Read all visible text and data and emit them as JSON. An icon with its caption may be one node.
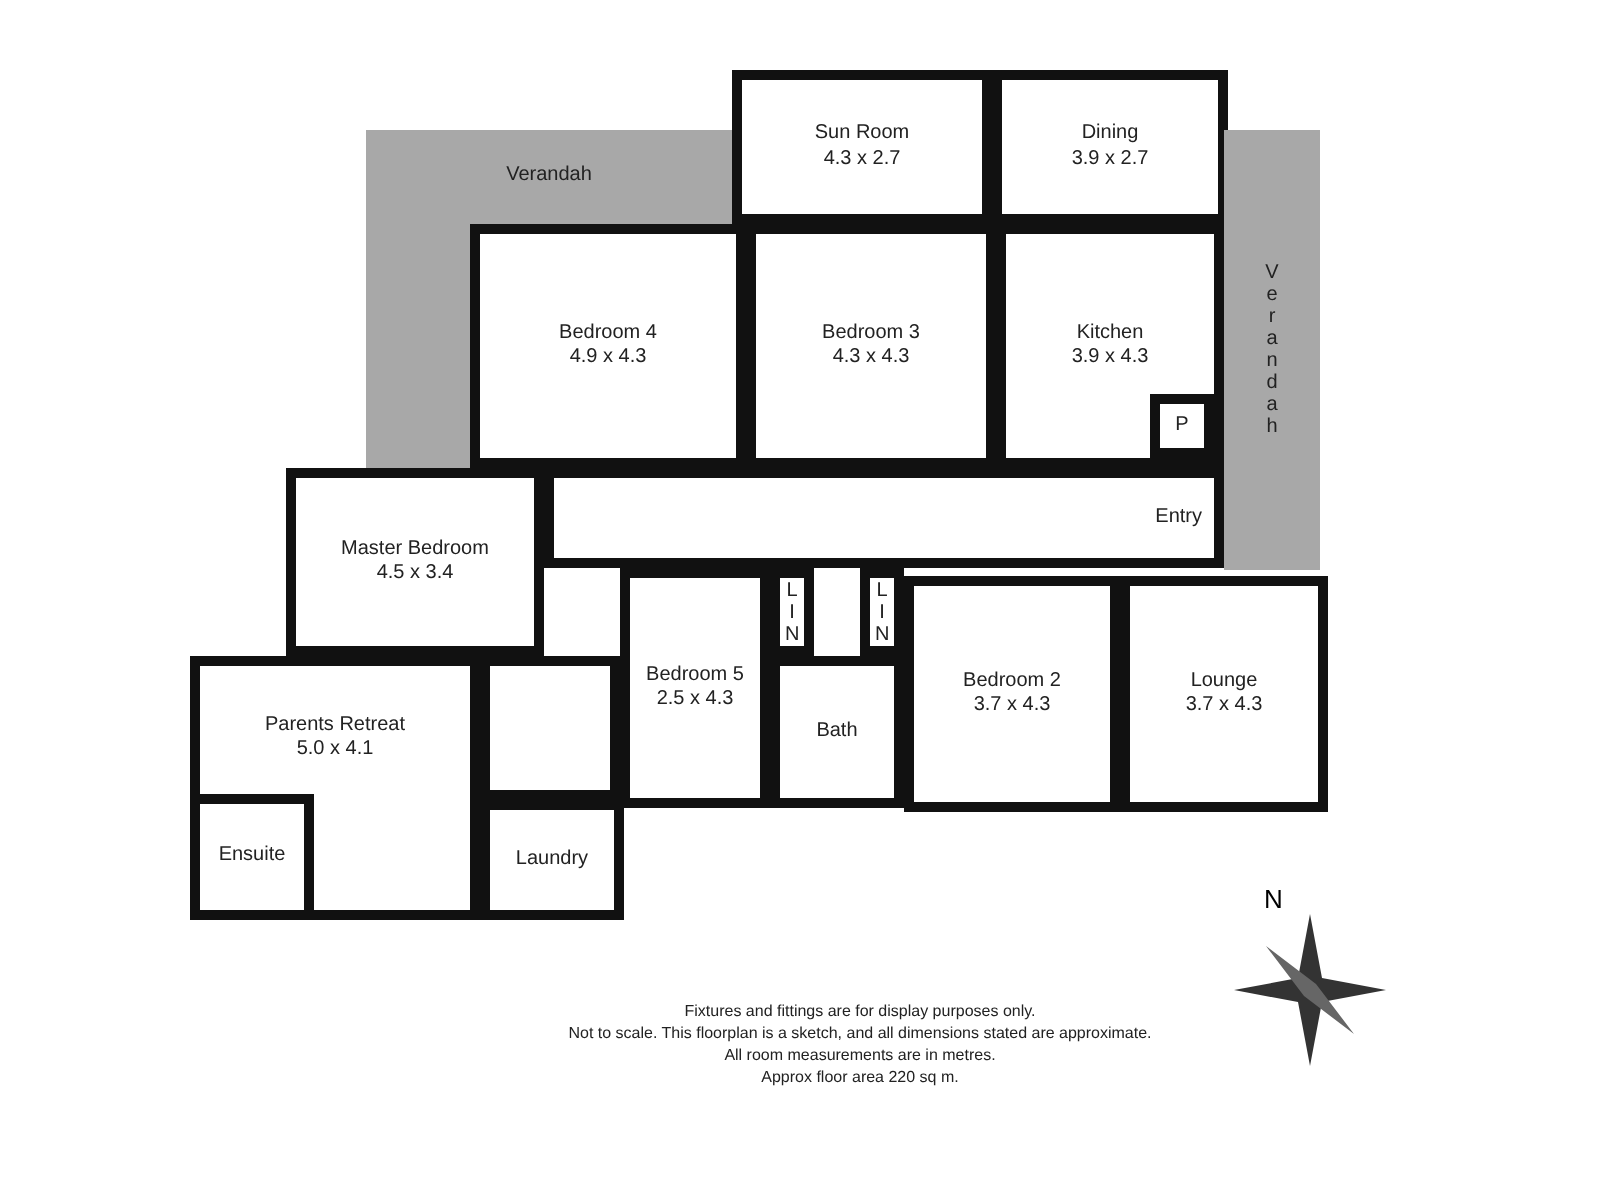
{
  "diagram": {
    "nodes": [
      {
        "text": [
          "Verandah"
        ]
      },
      {
        "text": [
          "Sun Room",
          "4.3 x 2.7"
        ]
      },
      {
        "text": [
          "Dining",
          "3.9 x 2.7"
        ]
      },
      {
        "text": [
          "Bedroom 4",
          "4.9 x 4.3"
        ]
      },
      {
        "text": [
          "Bedroom 3",
          "4.3 x 4.3"
        ]
      },
      {
        "text": [
          "Kitchen",
          "3.9 x 4.3"
        ]
      },
      {
        "text": [
          "P"
        ],
        "in": 5
      },
      {
        "text": [
          "Verandah"
        ]
      },
      {
        "text": [
          "Entry"
        ]
      },
      {
        "text": [
          "Master Bedroom",
          "4.5 x 3.4"
        ]
      },
      {
        "text": [
          "Bedroom 5",
          "2.5 x 4.3"
        ]
      },
      {
        "text": [
          "LIN"
        ]
      },
      {
        "text": [
          "LIN"
        ]
      },
      {
        "text": [
          "Bath"
        ]
      },
      {
        "text": [
          "Bedroom 2",
          "3.7 x 4.3"
        ]
      },
      {
        "text": [
          "Lounge",
          "3.7 x 4.3"
        ]
      },
      {
        "text": [
          "Parents Retreat",
          "5.0 x 4.1"
        ]
      },
      {
        "text": [
          "Ensuite"
        ],
        "in": 16
      },
      {
        "text": [
          "Laundry"
        ]
      },
      {
        "text": [],
        "shape": "box"
      },
      {
        "text": [],
        "shape": "box"
      }
    ],
    "labels": [
      "Fixtures and fittings are for display purposes only.",
      "Not to scale. This floorplan is a sketch, and all dimensions stated are approximate.",
      "All room measurements are in metres.",
      "Approx floor area 220 sq m.",
      "N"
    ]
  }
}
